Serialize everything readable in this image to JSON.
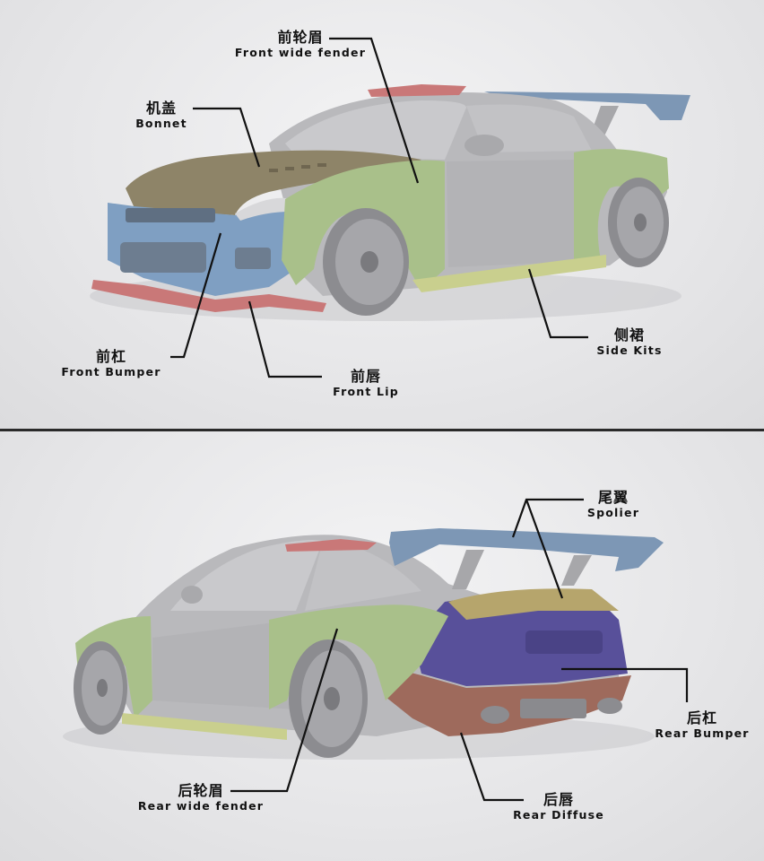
{
  "colors": {
    "background": "#e8e8ea",
    "body_grey": "#b9b9bc",
    "fender_green": "#a9c08a",
    "bumper_blue": "#7f9fc2",
    "bonnet_brown": "#8e8468",
    "lip_pink": "#c97878",
    "side_kit_yellow": "#c9cf8e",
    "spoiler_blue": "#7d97b5",
    "rear_bumper_purple": "#58509a",
    "rear_diffuse_brown": "#9e6a5c",
    "leader_line": "#111111"
  },
  "front_view": {
    "labels": {
      "front_wide_fender": {
        "cn": "前轮眉",
        "en": "Front wide fender"
      },
      "bonnet": {
        "cn": "机盖",
        "en": "Bonnet"
      },
      "front_bumper": {
        "cn": "前杠",
        "en": "Front Bumper"
      },
      "front_lip": {
        "cn": "前唇",
        "en": "Front Lip"
      },
      "side_kits": {
        "cn": "侧裙",
        "en": "Side Kits"
      }
    }
  },
  "rear_view": {
    "labels": {
      "spoiler": {
        "cn": "尾翼",
        "en": "Spolier"
      },
      "rear_bumper": {
        "cn": "后杠",
        "en": "Rear Bumper"
      },
      "rear_wide_fender": {
        "cn": "后轮眉",
        "en": "Rear wide fender"
      },
      "rear_diffuse": {
        "cn": "后唇",
        "en": "Rear Diffuse"
      }
    }
  }
}
